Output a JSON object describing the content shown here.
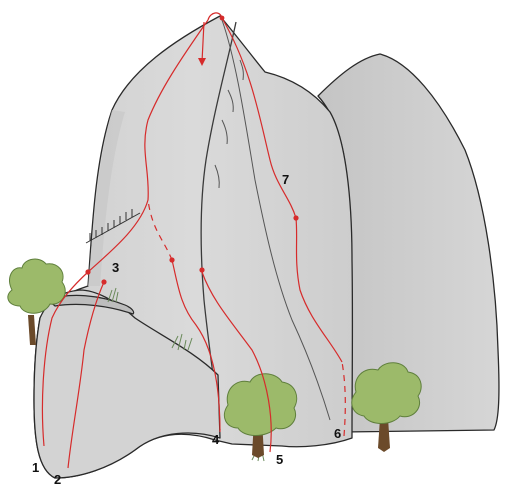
{
  "diagram": {
    "routes": [
      {
        "id": "1",
        "label": "1"
      },
      {
        "id": "2",
        "label": "2"
      },
      {
        "id": "3",
        "label": "3"
      },
      {
        "id": "4",
        "label": "4"
      },
      {
        "id": "5",
        "label": "5"
      },
      {
        "id": "6",
        "label": "6"
      },
      {
        "id": "7",
        "label": "7"
      }
    ],
    "colors": {
      "rock": "#d8d8d8",
      "rock_shadow": "#c9c9c9",
      "outline": "#2a2a2a",
      "route": "#d62b2b",
      "foliage": "#9cba6a",
      "trunk": "#6b4a2a"
    }
  }
}
